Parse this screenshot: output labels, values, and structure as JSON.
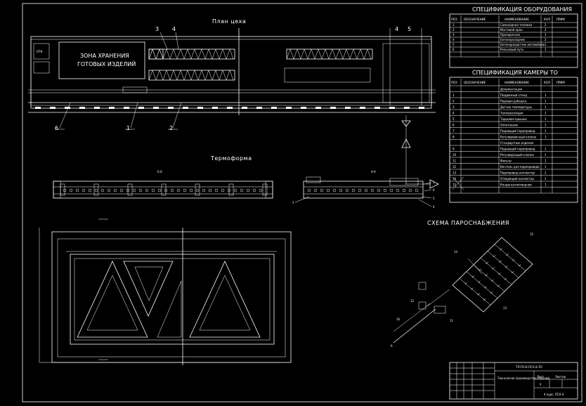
{
  "plan": {
    "title": "План цеха",
    "zone_label_line1": "ЗОНА ХРАНЕНИЯ",
    "zone_label_line2": "ГОТОВЫХ ИЗДЕЛИЙ",
    "otk": "ОТК",
    "callouts": [
      "3",
      "4",
      "4",
      "5",
      "6",
      "1",
      "2"
    ]
  },
  "thermoform": {
    "title": "Термоформа",
    "section_bb": "Б-Б",
    "section_aa": "А-А",
    "callouts": [
      "7",
      "6",
      "5",
      "4",
      "3"
    ]
  },
  "steam": {
    "title": "СХЕМА ПАРОСНАБЖЕНИЯ",
    "callouts": [
      "15",
      "14",
      "12",
      "13",
      "10",
      "11",
      "9"
    ]
  },
  "spec_equipment": {
    "title": "СПЕЦИФИКАЦИЯ ОБОРУДОВАНИЯ",
    "headers": [
      "ПОЗ",
      "ОБОЗНАЧЕНИЕ",
      "НАИМЕНОВАНИЕ",
      "КОЛ",
      "ПРИМ"
    ],
    "rows": [
      {
        "pos": "1",
        "name": "Самоходная тележка",
        "qty": "2"
      },
      {
        "pos": "2",
        "name": "Мостовой кран",
        "qty": "2"
      },
      {
        "pos": "3",
        "name": "Пропарочная",
        "qty": "1"
      },
      {
        "pos": "4",
        "name": "Бетоноукладчик",
        "qty": "2"
      },
      {
        "pos": "5",
        "name": "Бетонораздатчик автомобиль",
        "qty": "1"
      },
      {
        "pos": "6",
        "name": "Рельсовый путь",
        "qty": "1"
      }
    ]
  },
  "spec_chamber": {
    "title": "СПЕЦИФИКАЦИЯ КАМЕРЫ ТО",
    "headers": [
      "ПОЗ",
      "ОБОЗНАЧЕНИЕ",
      "НАИМЕНОВАНИЕ",
      "КОЛ",
      "ПРИМ"
    ],
    "rows": [
      {
        "pos": "",
        "name": "Документация",
        "qty": ""
      },
      {
        "pos": "1",
        "name": "Поддонный стенд",
        "qty": "1"
      },
      {
        "pos": "2",
        "name": "Паровая рубашка",
        "qty": "1"
      },
      {
        "pos": "3",
        "name": "Датчик температуры",
        "qty": "1"
      },
      {
        "pos": "4",
        "name": "Теплоизоляция",
        "qty": "1"
      },
      {
        "pos": "5",
        "name": "Торцевая крышка",
        "qty": "1"
      },
      {
        "pos": "6",
        "name": "Уплотнение",
        "qty": "1"
      },
      {
        "pos": "7",
        "name": "Подающий паропровод",
        "qty": "1"
      },
      {
        "pos": "8",
        "name": "Регулировочный клапан",
        "qty": "1"
      },
      {
        "pos": "",
        "name": "Стандартные изделия",
        "qty": ""
      },
      {
        "pos": "9",
        "name": "Подающий паропровод",
        "qty": "1"
      },
      {
        "pos": "10",
        "name": "Регулирующий клапан",
        "qty": "1"
      },
      {
        "pos": "11",
        "name": "Фильтр",
        "qty": "1"
      },
      {
        "pos": "12",
        "name": "Вентиль для паропровода",
        "qty": "1"
      },
      {
        "pos": "13",
        "name": "Паропровод коллектор",
        "qty": "1"
      },
      {
        "pos": "14",
        "name": "Отводящий коллектор",
        "qty": "1"
      },
      {
        "pos": "15",
        "name": "Конденсатоотводчик",
        "qty": "1"
      }
    ]
  },
  "title_block": {
    "code": "ТЛ-ПЗ-К-ПСХ-4-ЛЗ",
    "sheet_type": "Лист",
    "sheet_count": "Листов",
    "stage": "У",
    "course": "4 курс, ПСХ-4",
    "caption": "Технология производства изделий"
  }
}
